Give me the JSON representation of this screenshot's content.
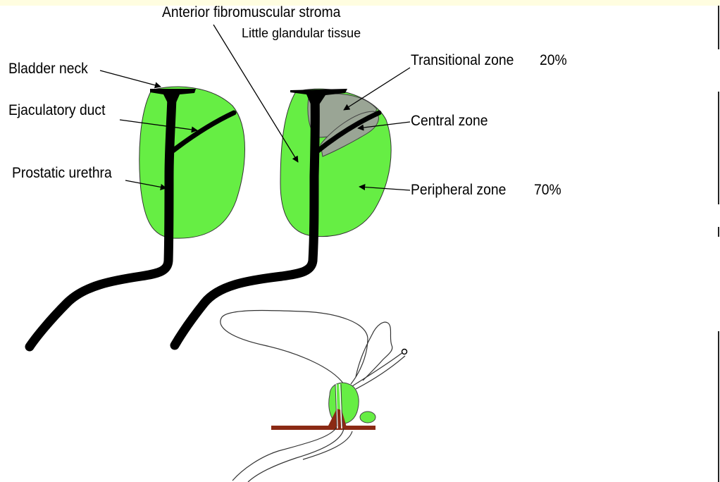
{
  "labels": {
    "anterior_stroma": "Anterior fibromuscular stroma",
    "little_glandular": "Little glandular tissue",
    "bladder_neck": "Bladder neck",
    "ejaculatory_duct": "Ejaculatory duct",
    "prostatic_urethra": "Prostatic urethra",
    "transitional_zone": "Transitional zone",
    "transitional_pct": "20%",
    "central_zone": "Central zone",
    "peripheral_zone": "Peripheral zone",
    "peripheral_pct": "70%"
  },
  "colors": {
    "gland_green": "#66ee44",
    "zone_gray": "#9aa595",
    "urethra_black": "#000000",
    "floor_brown": "#8b2a14",
    "top_band": "#fffde0"
  }
}
